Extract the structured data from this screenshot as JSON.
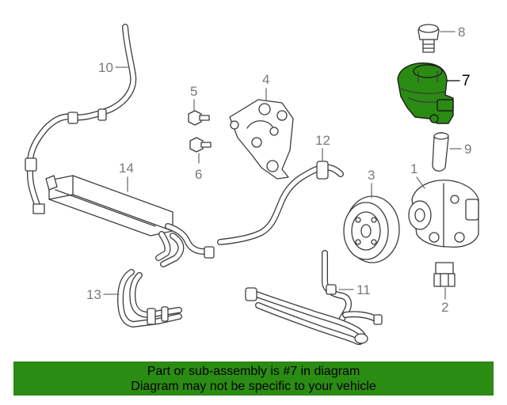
{
  "highlight_color": "#2b8c13",
  "banner": {
    "line1": "Part or sub-assembly is #7 in diagram",
    "line2": "Diagram may not be specific to your vehicle",
    "background": "#2b8c13"
  },
  "callouts": {
    "c1": "1",
    "c2": "2",
    "c3": "3",
    "c4": "4",
    "c5": "5",
    "c6": "6",
    "c7": "7",
    "c8": "8",
    "c9": "9",
    "c10": "10",
    "c11": "11",
    "c12": "12",
    "c13": "13",
    "c14": "14"
  },
  "highlighted_part": "7"
}
